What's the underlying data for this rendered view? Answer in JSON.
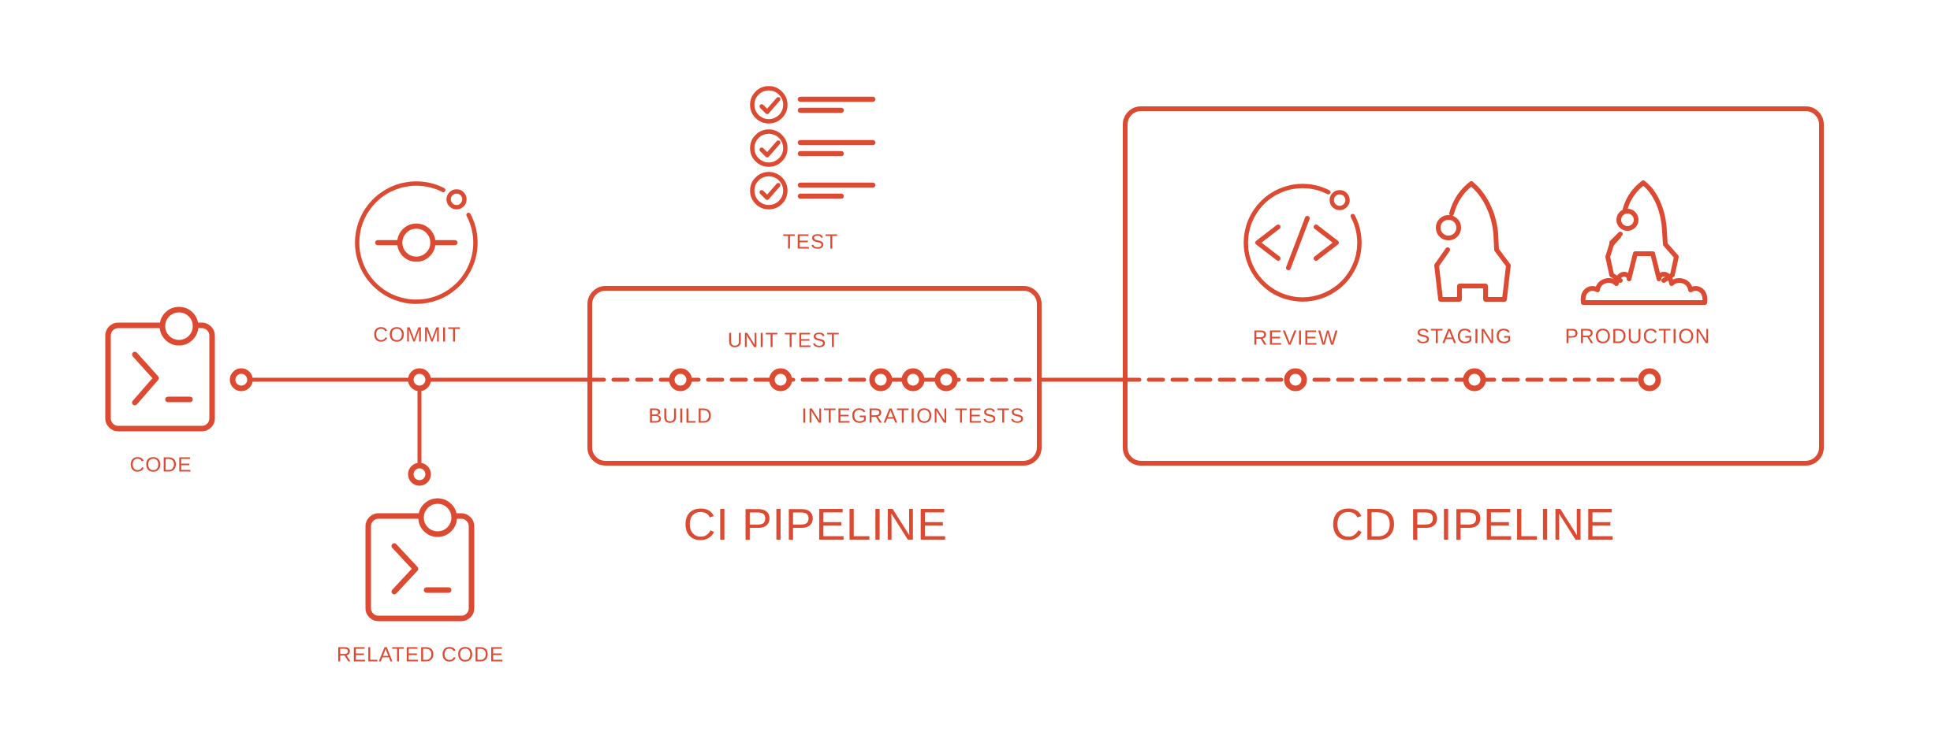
{
  "diagram": {
    "accent_color": "#DC4A32",
    "background_color": "#FFFFFF",
    "labels": {
      "code": "CODE",
      "commit": "COMMIT",
      "related_code": "RELATED CODE",
      "test": "TEST",
      "build": "BUILD",
      "unit_test": "UNIT TEST",
      "integration_tests": "INTEGRATION TESTS",
      "review": "REVIEW",
      "staging": "STAGING",
      "production": "PRODUCTION",
      "ci_pipeline": "CI PIPELINE",
      "cd_pipeline": "CD PIPELINE"
    },
    "icons": {
      "code": "terminal-window-icon",
      "commit": "git-commit-orbit-icon",
      "related_code": "terminal-window-icon",
      "test": "checklist-icon",
      "review": "code-review-orbit-icon",
      "staging": "rocket-icon",
      "production": "rocket-launch-icon"
    },
    "pipeline": {
      "source_steps": [
        "CODE",
        "COMMIT",
        "RELATED CODE"
      ],
      "ci": {
        "title": "CI PIPELINE",
        "steps": [
          "BUILD",
          "UNIT TEST",
          "INTEGRATION TESTS"
        ],
        "annotation": "TEST"
      },
      "cd": {
        "title": "CD PIPELINE",
        "steps": [
          "REVIEW",
          "STAGING",
          "PRODUCTION"
        ]
      }
    }
  }
}
